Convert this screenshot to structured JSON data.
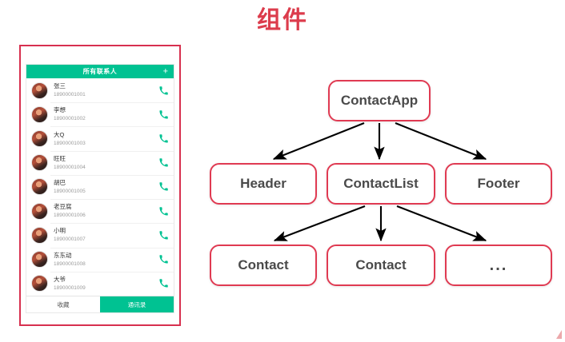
{
  "slide": {
    "title": "组件",
    "title_color": "#dc3c4c",
    "accent_color": "#e03a52",
    "app_green": "#00c292"
  },
  "phone": {
    "app_header": {
      "title": "所有联系人",
      "add_label": "+"
    },
    "contacts": [
      {
        "name": "张三",
        "phone": "18900001001",
        "call_icon": "phone-icon"
      },
      {
        "name": "李想",
        "phone": "18900001002",
        "call_icon": "phone-icon"
      },
      {
        "name": "大Q",
        "phone": "18900001003",
        "call_icon": "phone-icon"
      },
      {
        "name": "旺旺",
        "phone": "18900001004",
        "call_icon": "phone-icon"
      },
      {
        "name": "胡巴",
        "phone": "18900001005",
        "call_icon": "phone-icon"
      },
      {
        "name": "老豆腐",
        "phone": "18900001006",
        "call_icon": "phone-icon"
      },
      {
        "name": "小明",
        "phone": "18900001007",
        "call_icon": "phone-icon"
      },
      {
        "name": "东东动",
        "phone": "18900001008",
        "call_icon": "phone-icon"
      },
      {
        "name": "大爷",
        "phone": "18900001009",
        "call_icon": "phone-icon"
      }
    ],
    "tabs": [
      {
        "label": "收藏",
        "active": false
      },
      {
        "label": "通讯录",
        "active": true
      }
    ]
  },
  "diagram": {
    "nodes": {
      "app": "ContactApp",
      "header": "Header",
      "list": "ContactList",
      "footer": "Footer",
      "contact1": "Contact",
      "contact2": "Contact",
      "ellipsis": "..."
    },
    "edges": [
      {
        "from": "ContactApp",
        "to": "Header"
      },
      {
        "from": "ContactApp",
        "to": "ContactList"
      },
      {
        "from": "ContactApp",
        "to": "Footer"
      },
      {
        "from": "ContactList",
        "to": "Contact"
      },
      {
        "from": "ContactList",
        "to": "Contact"
      },
      {
        "from": "ContactList",
        "to": "..."
      }
    ]
  }
}
